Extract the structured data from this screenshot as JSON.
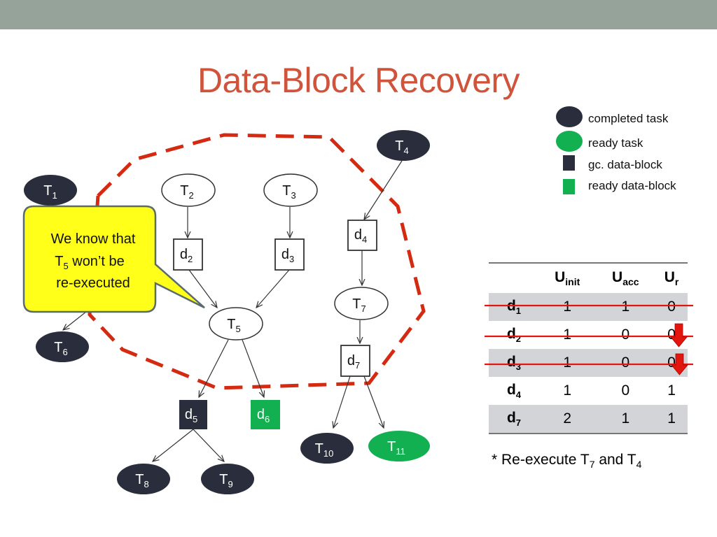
{
  "slide": {
    "title": "Data-Block Recovery"
  },
  "legend": [
    {
      "label": "completed task",
      "symbol": "ellipse",
      "color": "#2a2d3b"
    },
    {
      "label": "ready task",
      "symbol": "ellipse",
      "color": "#12b050"
    },
    {
      "label": "gc. data-block",
      "symbol": "rect",
      "color": "#2a2d3b"
    },
    {
      "label": "ready data-block",
      "symbol": "rect",
      "color": "#12b050"
    }
  ],
  "colors": {
    "completed": "#2a2d3b",
    "ready": "#12b050",
    "title": "#d0543b",
    "dashed_boundary": "#d42a12",
    "callout_fill": "#ffff19",
    "strike": "#e3160f",
    "down_arrow": "#e3160f"
  },
  "callout": {
    "line1": "We know that",
    "line2_main": "T",
    "line2_sub": "5",
    "line2_rest": " won’t be",
    "line3": "re-executed"
  },
  "tasks": {
    "T1": {
      "main": "T",
      "sub": "1"
    },
    "T2": {
      "main": "T",
      "sub": "2"
    },
    "T3": {
      "main": "T",
      "sub": "3"
    },
    "T4": {
      "main": "T",
      "sub": "4"
    },
    "T5": {
      "main": "T",
      "sub": "5"
    },
    "T6": {
      "main": "T",
      "sub": "6"
    },
    "T7": {
      "main": "T",
      "sub": "7"
    },
    "T8": {
      "main": "T",
      "sub": "8"
    },
    "T9": {
      "main": "T",
      "sub": "9"
    },
    "T10": {
      "main": "T",
      "sub": "10"
    },
    "T11": {
      "main": "T",
      "sub": "11"
    }
  },
  "blocks": {
    "d2": {
      "main": "d",
      "sub": "2"
    },
    "d3": {
      "main": "d",
      "sub": "3"
    },
    "d4": {
      "main": "d",
      "sub": "4"
    },
    "d5": {
      "main": "d",
      "sub": "5"
    },
    "d6": {
      "main": "d",
      "sub": "6"
    },
    "d7": {
      "main": "d",
      "sub": "7"
    }
  },
  "table": {
    "headers": [
      {
        "main": "",
        "sub": ""
      },
      {
        "main": "U",
        "sub": "init"
      },
      {
        "main": "U",
        "sub": "acc"
      },
      {
        "main": "U",
        "sub": "r"
      }
    ],
    "rows": [
      {
        "name": "d",
        "sub": "1",
        "values": [
          "1",
          "1",
          "0"
        ],
        "struck": true,
        "arrow": false
      },
      {
        "name": "d",
        "sub": "2",
        "values": [
          "1",
          "0",
          "0"
        ],
        "struck": true,
        "arrow": true
      },
      {
        "name": "d",
        "sub": "3",
        "values": [
          "1",
          "0",
          "0"
        ],
        "struck": true,
        "arrow": true
      },
      {
        "name": "d",
        "sub": "4",
        "values": [
          "1",
          "0",
          "1"
        ],
        "struck": false,
        "arrow": false
      },
      {
        "name": "d",
        "sub": "7",
        "values": [
          "2",
          "1",
          "1"
        ],
        "struck": false,
        "arrow": false
      }
    ]
  },
  "note": {
    "prefix": "* Re-execute T",
    "sub1": "7",
    "middle": " and T",
    "sub2": "4"
  }
}
